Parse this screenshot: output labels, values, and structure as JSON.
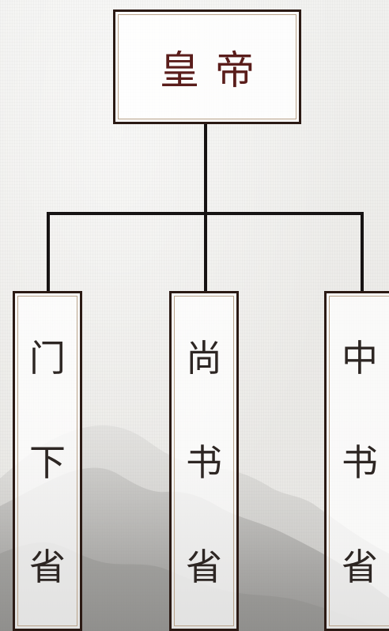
{
  "emperor": {
    "label": "皇帝"
  },
  "departments": [
    {
      "chars": [
        "门",
        "下",
        "省"
      ]
    },
    {
      "chars": [
        "尚",
        "书",
        "省"
      ]
    },
    {
      "chars": [
        "中",
        "书",
        "省"
      ]
    }
  ],
  "colors": {
    "emperor_text": "#5a1d1b",
    "department_text": "#2d2623",
    "border": "#2b1a14",
    "connector": "#161313",
    "background": "#eeeeec"
  }
}
